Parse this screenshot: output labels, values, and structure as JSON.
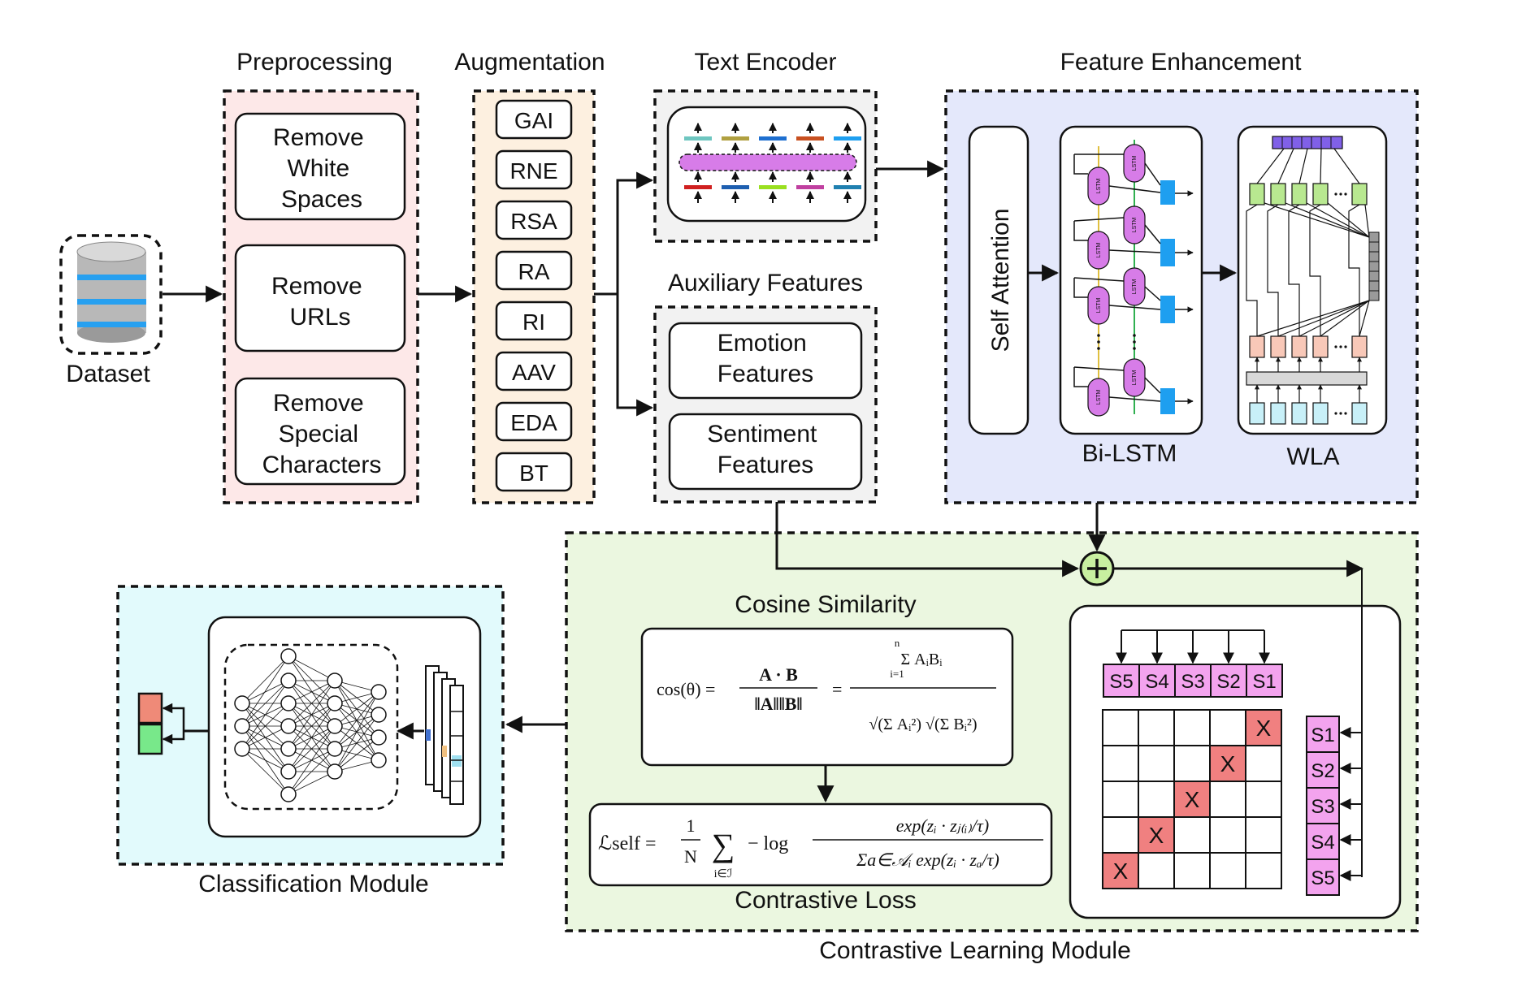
{
  "sections": {
    "preprocessing": "Preprocessing",
    "augmentation": "Augmentation",
    "text_encoder": "Text Encoder",
    "feature_enhancement": "Feature Enhancement",
    "auxiliary_features": "Auxiliary Features",
    "classification_module": "Classification Module",
    "contrastive_learning_module": "Contrastive Learning Module"
  },
  "dataset_label": "Dataset",
  "preprocessing_steps": [
    [
      "Remove",
      "White",
      "Spaces"
    ],
    [
      "Remove",
      "URLs"
    ],
    [
      "Remove",
      "Special",
      "Characters"
    ]
  ],
  "augmentation_methods": [
    "GAI",
    "RNE",
    "RSA",
    "RA",
    "RI",
    "AAV",
    "EDA",
    "BT"
  ],
  "auxiliary": [
    [
      "Emotion",
      "Features"
    ],
    [
      "Sentiment",
      "Features"
    ]
  ],
  "feature_enhancement": {
    "self_attention": "Self Attention",
    "bilstm": "Bi-LSTM",
    "wla": "WLA",
    "lstm_cell": "LSTM"
  },
  "contrastive": {
    "cosine_similarity": "Cosine Similarity",
    "contrastive_loss": "Contrastive Loss",
    "cos_lhs": "cos(θ) =",
    "cos_num": "A · B",
    "cos_den": "‖A‖‖B‖",
    "cos_rhs_num": "Σ AᵢBᵢ",
    "cos_rhs_den": "√(Σ Aᵢ²) √(Σ Bᵢ²)",
    "sum_upper": "n",
    "sum_lower": "i=1",
    "loss_lhs": "ℒself =",
    "loss_frac_num": "1",
    "loss_frac_den": "N",
    "loss_sum_lower": "i∈ℐ",
    "loss_log": "− log",
    "loss_num": "exp(zᵢ · zⱼ₍ᵢ₎/τ)",
    "loss_den": "Σa∈𝒜ᵢ exp(zᵢ · zₐ/τ)",
    "top_samples": [
      "S5",
      "S4",
      "S3",
      "S2",
      "S1"
    ],
    "side_samples": [
      "S1",
      "S2",
      "S3",
      "S4",
      "S5"
    ],
    "mark": "X"
  },
  "colors": {
    "preprocessing_bg": "#fde8e8",
    "augmentation_bg": "#fdf0e0",
    "encoder_bg": "#f2f2f2",
    "enhancement_bg": "#e4e8fb",
    "contrastive_bg": "#ebf7e0",
    "classification_bg": "#e2fafc",
    "sample_pink": "#f3a3ee",
    "mark_red": "#f08080",
    "lstm_purple": "#d77ce8",
    "output_blue": "#1e9ff0",
    "output_red": "#ef8a78",
    "output_green": "#78e88a"
  }
}
